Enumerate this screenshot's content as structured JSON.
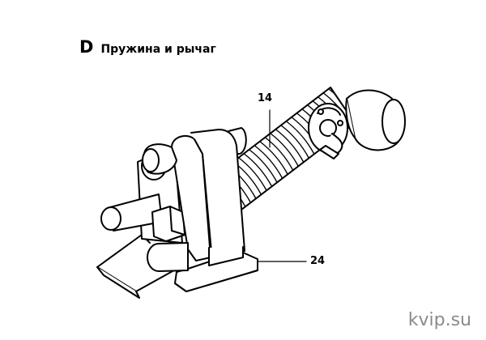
{
  "section": {
    "letter": "D",
    "title": "Пружина и рычаг"
  },
  "callouts": [
    {
      "label": "14",
      "part": "spring"
    },
    {
      "label": "24",
      "part": "lever"
    }
  ],
  "watermark": "kvip.su",
  "colors": {
    "line": "#000000",
    "fill": "#ffffff",
    "watermark": "#8a8a8a"
  }
}
